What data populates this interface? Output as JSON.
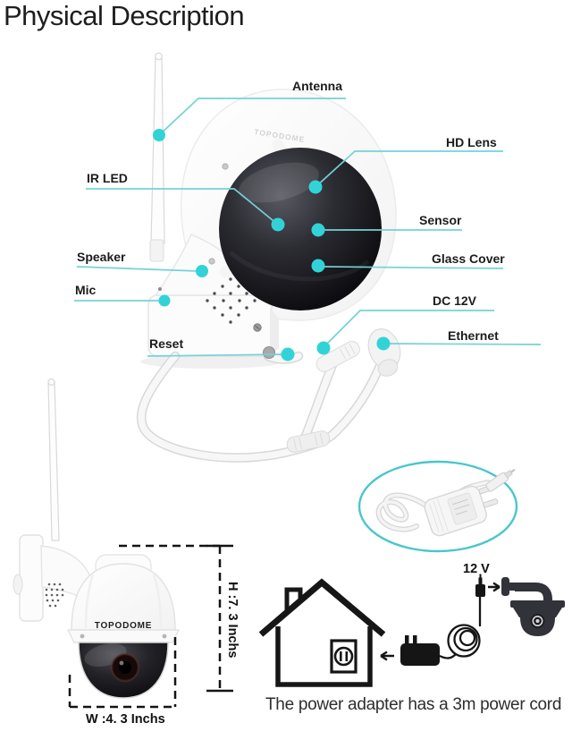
{
  "title": "Physical Description",
  "brand": "TOPODOME",
  "accent": {
    "line_color": "#74d2d6",
    "dot_color": "#32d3d7",
    "ellipse_color": "#4ac6cc"
  },
  "callouts": {
    "antenna": "Antenna",
    "hd_lens": "HD Lens",
    "ir_led": "IR LED",
    "sensor": "Sensor",
    "speaker": "Speaker",
    "glass_cover": "Glass Cover",
    "mic": "Mic",
    "dc_12v": "DC 12V",
    "reset": "Reset",
    "ethernet": "Ethernet"
  },
  "dimensions": {
    "height": "H :7. 3 Inchs",
    "width": "W :4. 3 Inchs"
  },
  "power_diagram": {
    "voltage": "12 V",
    "caption": "The power adapter has a 3m power cord"
  }
}
